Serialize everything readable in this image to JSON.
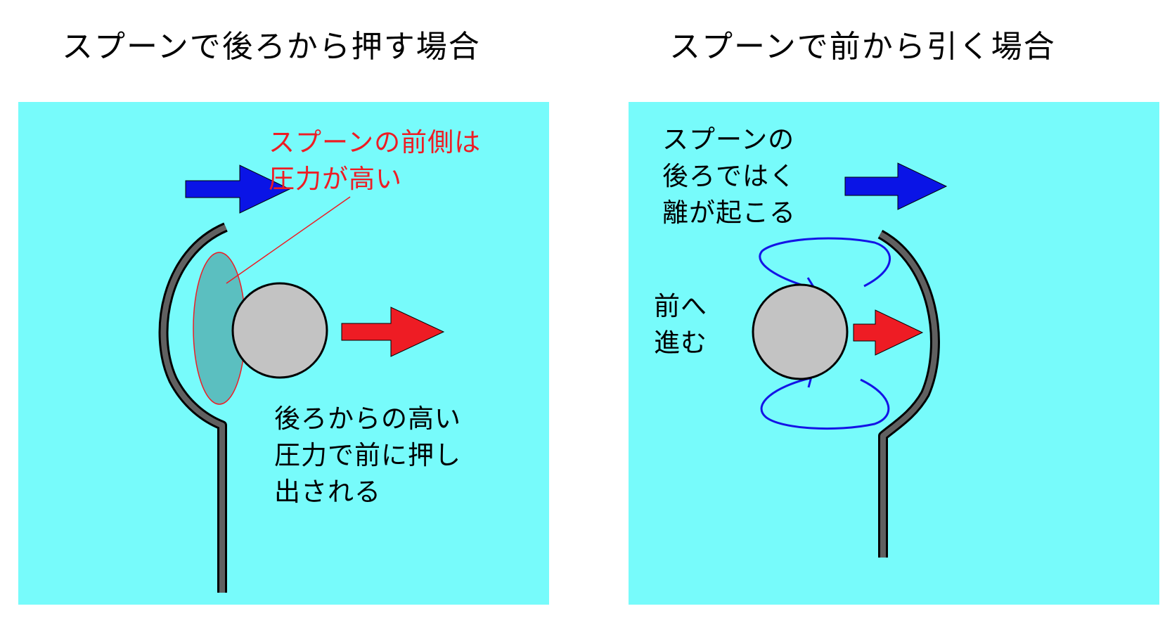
{
  "left": {
    "title": "スプーンで後ろから押す場合",
    "pressure_label": "スプーンの前側は\n圧力が高い",
    "explanation": "後ろからの高い\n圧力で前に押し\n出される"
  },
  "right": {
    "title": "スプーンで前から引く場合",
    "separation_label": "スプーンの\n後ろではく\n離が起こる",
    "forward_label": "前へ\n進む"
  },
  "colors": {
    "background_panel": "#77fbfb",
    "spoon_motion_arrow": "#0a14e6",
    "ball_force_arrow": "#ee1c24",
    "high_pressure_zone": "#5bbfc0",
    "vortex": "#1414e6",
    "ball": "#c3c3c3",
    "spoon": "#606060"
  },
  "icons": {
    "spoon_motion": "right-arrow-icon",
    "ball_motion": "right-arrow-icon",
    "vortex": "circular-arrow-icon"
  }
}
